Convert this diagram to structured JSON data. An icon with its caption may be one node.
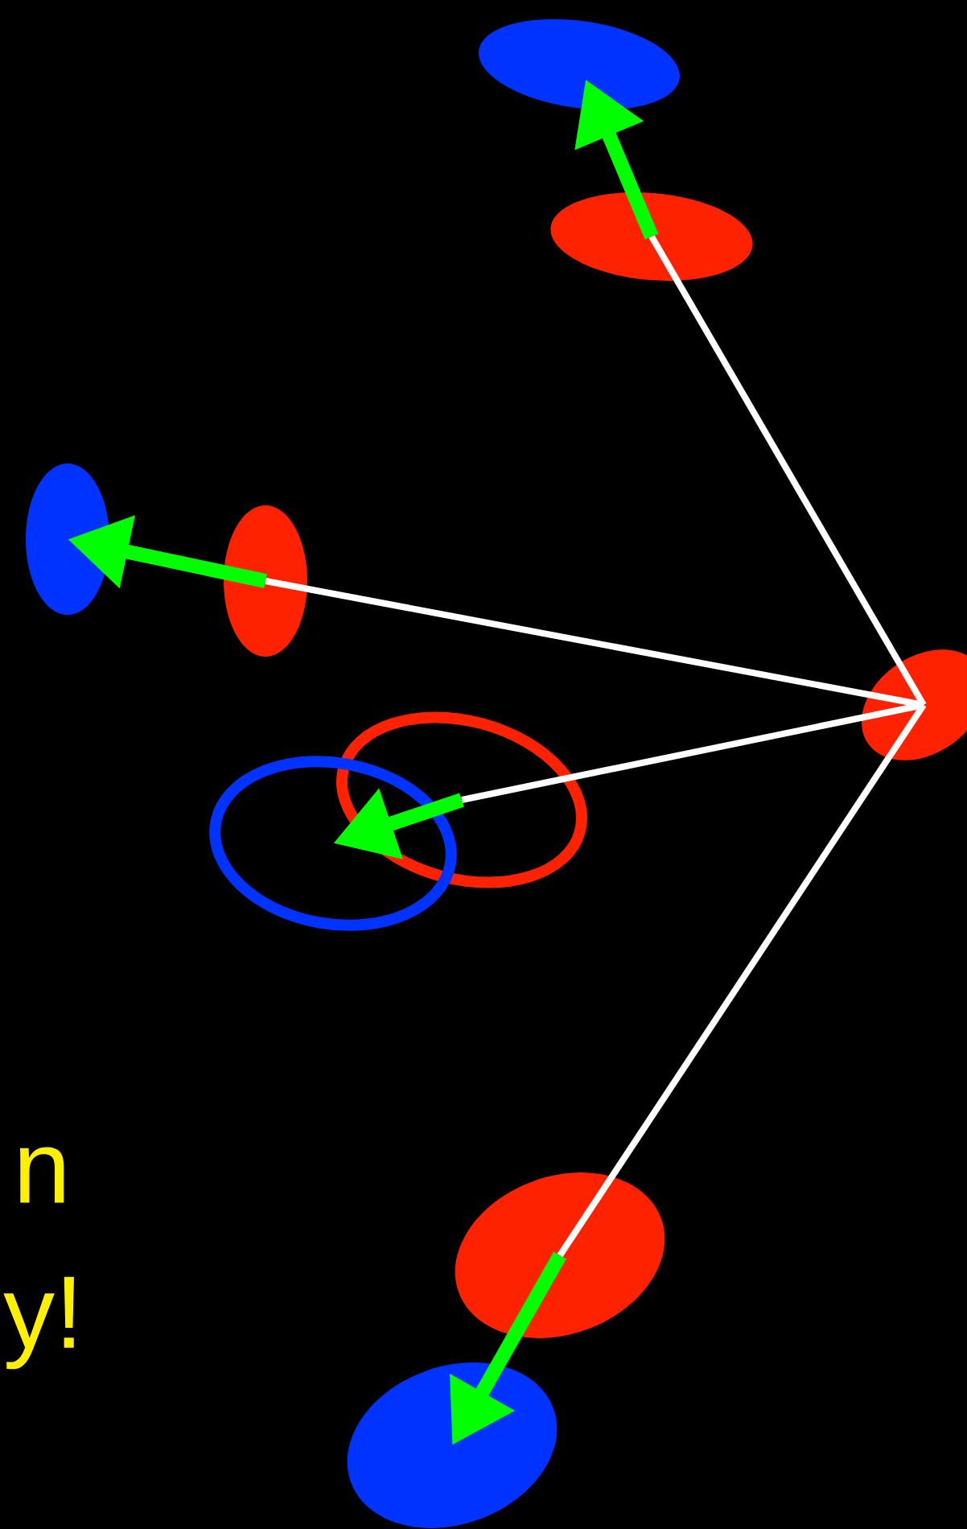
{
  "diagram": {
    "nodes": [
      {
        "text": [],
        "shape": "ellipse"
      },
      {
        "text": [],
        "shape": "ellipse"
      },
      {
        "text": [],
        "shape": "ellipse"
      },
      {
        "text": [],
        "shape": "ellipse"
      },
      {
        "text": [],
        "shape": "ellipse"
      },
      {
        "text": [],
        "shape": "ring"
      },
      {
        "text": [],
        "shape": "ring"
      },
      {
        "text": [],
        "shape": "ellipse"
      },
      {
        "text": [],
        "shape": "ellipse"
      }
    ],
    "edges": [
      {
        "from": 0,
        "to": 2,
        "arrow": "none",
        "color": "#ffffff"
      },
      {
        "from": 0,
        "to": 4,
        "arrow": "none",
        "color": "#ffffff"
      },
      {
        "from": 0,
        "to": 5,
        "arrow": "none",
        "color": "#ffffff"
      },
      {
        "from": 0,
        "to": 7,
        "arrow": "none",
        "color": "#ffffff"
      },
      {
        "from": 2,
        "to": 1,
        "arrow": "to",
        "style": "thick",
        "color": "#00ff00"
      },
      {
        "from": 4,
        "to": 3,
        "arrow": "to",
        "style": "thick",
        "color": "#00ff00"
      },
      {
        "from": 5,
        "to": 6,
        "arrow": "to",
        "style": "thick",
        "color": "#00ff00"
      },
      {
        "from": 7,
        "to": 8,
        "arrow": "to",
        "style": "thick",
        "color": "#00ff00"
      }
    ],
    "labels": [
      "n",
      "y!"
    ]
  }
}
